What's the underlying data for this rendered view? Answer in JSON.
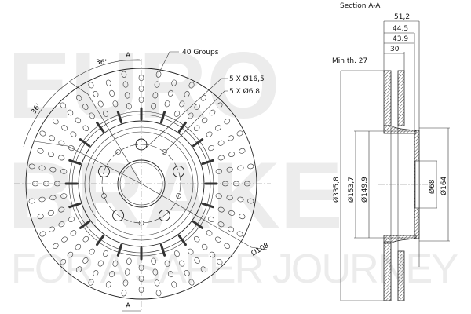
{
  "watermark": {
    "brand_line1": "EURO",
    "brand_line2": "BRAKE",
    "slogan": "FOR A SAFER JOURNEY"
  },
  "front_view": {
    "groups_label": "40 Groups",
    "bolt_holes_label": "5 X Ø16,5",
    "small_holes_label": "5 X Ø6,8",
    "pcd_label": "Ø108",
    "angle_label_1": "36'",
    "angle_label_2": "36'",
    "section_mark_top": "A",
    "section_mark_bottom": "A",
    "hole_groups": 40
  },
  "section_view": {
    "title": "Section A-A",
    "dim_total_width": "51,2",
    "dim_width_2": "44,5",
    "dim_width_3": "43.9",
    "dim_thickness": "30",
    "min_thickness": "Min th. 27",
    "dia_outer": "Ø335,8",
    "dia_hat_outer": "Ø153,7",
    "dia_hat_inner": "Ø149,9",
    "dia_center": "Ø68",
    "dia_hat": "Ø164"
  }
}
